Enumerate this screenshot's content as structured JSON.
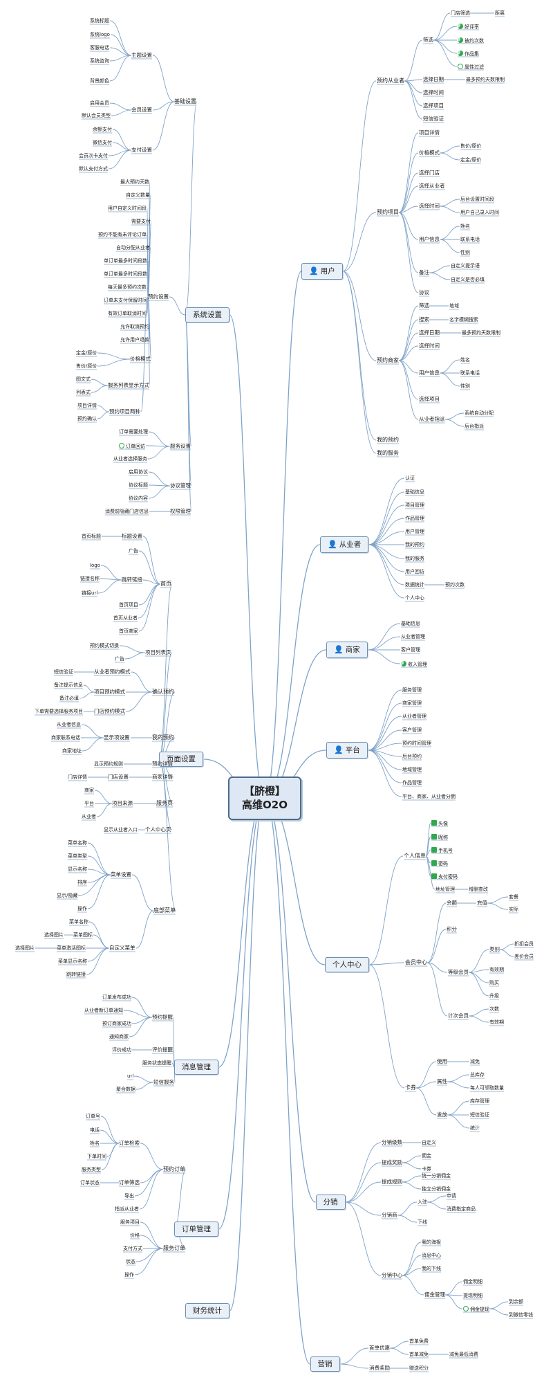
{
  "root": {
    "line1": "【脐橙】",
    "line2": "高维O2O"
  },
  "branches": {
    "system_settings": "系统设置",
    "page_settings": "页面设置",
    "message_management": "消息管理",
    "order_management": "订单管理",
    "finance": "财务统计",
    "user": "用户",
    "practitioner": "从业者",
    "merchant": "商家",
    "platform": "平台",
    "personal_center": "个人中心",
    "distribution": "分销",
    "marketing": "营销"
  },
  "labels": {
    "s1": "系统标题",
    "s2": "系统logo",
    "s3": "客服电话",
    "s4": "系统咨询",
    "s5": "背景颜色",
    "s6": "主题设置",
    "s7": "启用会员",
    "s8": "默认会员类型",
    "s9": "会员设置",
    "s10": "基础设置",
    "s11": "余额支付",
    "s12": "微信支付",
    "s13": "会员次卡支付",
    "s14": "默认支付方式",
    "s15": "支付设置",
    "s16": "最大预约天数",
    "s17": "自定义数量",
    "s18": "用户自定义时间段",
    "s19": "需要支付",
    "s20": "预约不能有未评论订单",
    "s21": "自动分配从业者",
    "s22": "单订单最多时间段数",
    "s23": "单订单最多时间段数",
    "s24": "每天最多预约次数",
    "s25": "订单未支付保留时间",
    "s26": "有效订单取消时间",
    "s27": "允许取消预约",
    "s28": "允许用户退款",
    "s29": "预约设置",
    "s30": "定金/原价",
    "s31": "售价/原价",
    "s32": "价格模式",
    "s33": "图文式",
    "s34": "列表式",
    "s35": "服务列表显示方式",
    "s36": "项目详情",
    "s37": "预约确认",
    "s38": "预约项目两种",
    "s39": "订单需要处理",
    "s40": "订单回访",
    "s41": "从业者选择服务",
    "s42": "服务设置",
    "s43": "启用协议",
    "s44": "协议标题",
    "s45": "协议内容",
    "s46": "协议管理",
    "s47": "消费前隐藏门店信息",
    "s48": "权限管理",
    "p1": "首页标题",
    "p2": "标题设置",
    "p3": "广告",
    "p4": "logo",
    "p5": "链接名称",
    "p6": "链接url",
    "p7": "跳转链接",
    "p8": "首页项目",
    "p9": "首页从业者",
    "p10": "首页商家",
    "p11": "首页",
    "p12": "预约模式切换",
    "p13": "广告",
    "p14": "项目列表页",
    "p15": "短信验证",
    "p16": "从业者预约模式",
    "p17": "备注提示信息",
    "p18": "项目预约模式",
    "p19": "备注必填",
    "p20": "下单需要选择服务项目",
    "p21": "门店预约模式",
    "p22": "确认预约",
    "p23": "从业者信息",
    "p24": "商家联系电话",
    "p25": "商家地址",
    "p26": "显示项设置",
    "p27": "我的预约",
    "p28": "显示预约规则",
    "p29": "预约详情",
    "p30": "门店详情",
    "p31": "门店设置",
    "p32": "商家详情",
    "p33": "商家",
    "p34": "平台",
    "p35": "从业者",
    "p36": "项目来源",
    "p37": "服务页",
    "p38": "显示从业者入口",
    "p39": "个人中心页",
    "p40": "菜单名称",
    "p41": "菜单类型",
    "p42": "显示名称",
    "p43": "排序",
    "p44": "显示/隐藏",
    "p45": "操作",
    "p46": "菜单设置",
    "p47": "菜单名称",
    "p48": "选择图片",
    "p49": "菜单图标",
    "p50": "选择图片",
    "p51": "菜单激活图标",
    "p52": "菜单显示名称",
    "p53": "跳转链接",
    "p54": "自定义菜单",
    "p55": "底部菜单",
    "m1": "订单发布成功",
    "m2": "从业者新订单通知",
    "m3": "预订商家成功",
    "m4": "通知商家",
    "m5": "预约提醒",
    "m6": "评价成功",
    "m7": "评价提醒",
    "m8": "服务状态提醒",
    "m9": "url",
    "m10": "聚合数据",
    "m11": "短信服务",
    "o1": "订单号",
    "o2": "电话",
    "o3": "姓名",
    "o4": "下单时间",
    "o5": "服务类型",
    "o6": "订单检索",
    "o7": "订单状态",
    "o8": "订单筛选",
    "o9": "导出",
    "o10": "指派从业者",
    "o11": "预约订单",
    "o12": "服务项目",
    "o13": "价格",
    "o14": "支付方式",
    "o15": "状态",
    "o16": "操作",
    "o17": "服务订单",
    "u1": "预约从业者",
    "u2": "筛选",
    "u3": "门店筛选",
    "u4": "距离",
    "u5": "好评率",
    "u6": "被约次数",
    "u7": "作品集",
    "u8": "属性过滤",
    "u9": "选择日期",
    "u10": "最多预约天数限制",
    "u11": "选择时间",
    "u12": "选择项目",
    "u13": "短信验证",
    "u14": "预约项目",
    "u15": "项目详情",
    "u16": "价格模式",
    "u17": "售价/原价",
    "u18": "定金/原价",
    "u19": "选择门店",
    "u20": "选择从业者",
    "u21": "选择时间",
    "u22": "后台设置时间段",
    "u23": "用户自己录入时间",
    "u24": "用户信息",
    "u25": "姓名",
    "u26": "联系电话",
    "u27": "性别",
    "u28": "备注",
    "u29": "自定义提示语",
    "u30": "自定义是否必填",
    "u31": "协议",
    "u32": "预约商家",
    "u33": "筛选",
    "u34": "地域",
    "u35": "搜索",
    "u36": "名字模糊搜索",
    "u37": "选择日期",
    "u38": "最多预约天数限制",
    "u39": "选择时间",
    "u40": "用户信息",
    "u41": "姓名",
    "u42": "联系电话",
    "u43": "性别",
    "u44": "选择项目",
    "u45": "从业者指派",
    "u46": "系统自动分配",
    "u47": "后台指派",
    "u48": "我的预约",
    "u49": "我的服务",
    "r1": "认证",
    "r2": "基础信息",
    "r3": "项目管理",
    "r4": "作品管理",
    "r5": "用户管理",
    "r6": "我的预约",
    "r7": "我的服务",
    "r8": "用户回访",
    "r9": "数据统计",
    "r10": "预约次数",
    "r11": "个人中心",
    "b1": "基础信息",
    "b2": "从业者管理",
    "b3": "客户管理",
    "b4": "收入管理",
    "f1": "服务管理",
    "f2": "商家管理",
    "f3": "从业者管理",
    "f4": "客户管理",
    "f5": "预约时间管理",
    "f6": "后台预约",
    "f7": "地域管理",
    "f8": "作品管理",
    "f9": "平台、商家、从业者分佣",
    "c1": "个人信息",
    "c2": "头像",
    "c3": "昵称",
    "c4": "手机号",
    "c5": "密码",
    "c6": "支付密码",
    "c7": "地址管理",
    "c8": "增删查改",
    "c9": "会员中心",
    "c10": "余额",
    "c11": "充值",
    "c12": "套餐",
    "c13": "实际",
    "c14": "积分",
    "c15": "等级会员",
    "c16": "类别",
    "c17": "折扣会员",
    "c18": "差价会员",
    "c19": "有效期",
    "c20": "购买",
    "c21": "升级",
    "c22": "计次会员",
    "c23": "次数",
    "c24": "有效期",
    "c25": "卡券",
    "c26": "使用",
    "c27": "减免",
    "c28": "属性",
    "c29": "总库存",
    "c30": "每人可领取数量",
    "c31": "发放",
    "c32": "库存管理",
    "c33": "短信验证",
    "c34": "统计",
    "d1": "分销级数",
    "d2": "自定义",
    "d3": "提成奖励",
    "d4": "佣金",
    "d5": "卡券",
    "d6": "提成规则",
    "d7": "统一分销佣金",
    "d8": "独立分销佣金",
    "d9": "分销商",
    "d10": "入驻",
    "d11": "申请",
    "d12": "消费指定商品",
    "d13": "下线",
    "d14": "分销中心",
    "d15": "我的海报",
    "d16": "消息中心",
    "d17": "我的下线",
    "d18": "佣金管理",
    "d19": "佣金明细",
    "d20": "提现明细",
    "d21": "佣金提现",
    "d22": "到余额",
    "d23": "到微信零钱",
    "k1": "首单优惠",
    "k2": "首单免费",
    "k3": "首单减免",
    "k4": "减免最低消费",
    "k5": "消费奖励",
    "k6": "赠送积分"
  },
  "icon_names": {
    "user": "person-icon",
    "check": "check-icon",
    "pie": "progress-pie-icon",
    "plus": "plus-circle-icon"
  },
  "colors": {
    "line": "#7fa3c9",
    "box_border": "#6b8fb3",
    "box_fill": "#e9f0f8",
    "check": "#2fa84f",
    "user_icon": "#3a7bd5",
    "practitioner_icon": "#d94a4a",
    "merchant_icon": "#a058c8",
    "platform_icon": "#5a6e8a"
  }
}
